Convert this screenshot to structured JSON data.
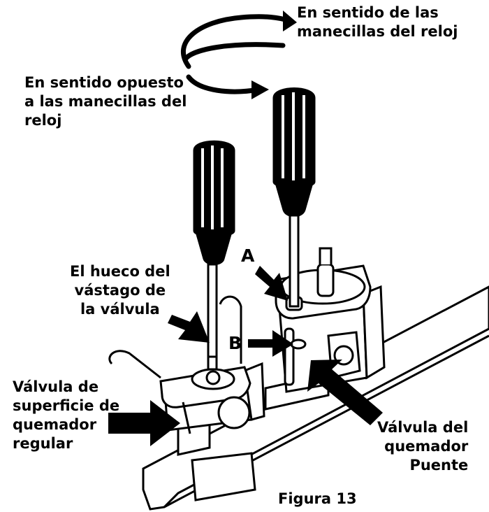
{
  "labels": {
    "clockwise": "En sentido de las\nmanecillas del reloj",
    "counterclockwise": "En sentido opuesto\na las manecillas del\nreloj",
    "valve_stem_hole": "El hueco del\nvástago de\nla válvula",
    "regular_burner_valve": "Válvula de\nsuperficie de\nquemador\nregular",
    "bridge_burner_valve": "Válvula del\nquemador\nPuente",
    "letter_a": "A",
    "letter_b": "B",
    "caption": "Figura 13"
  },
  "colors": {
    "ink": "#000000",
    "paper": "#ffffff"
  }
}
